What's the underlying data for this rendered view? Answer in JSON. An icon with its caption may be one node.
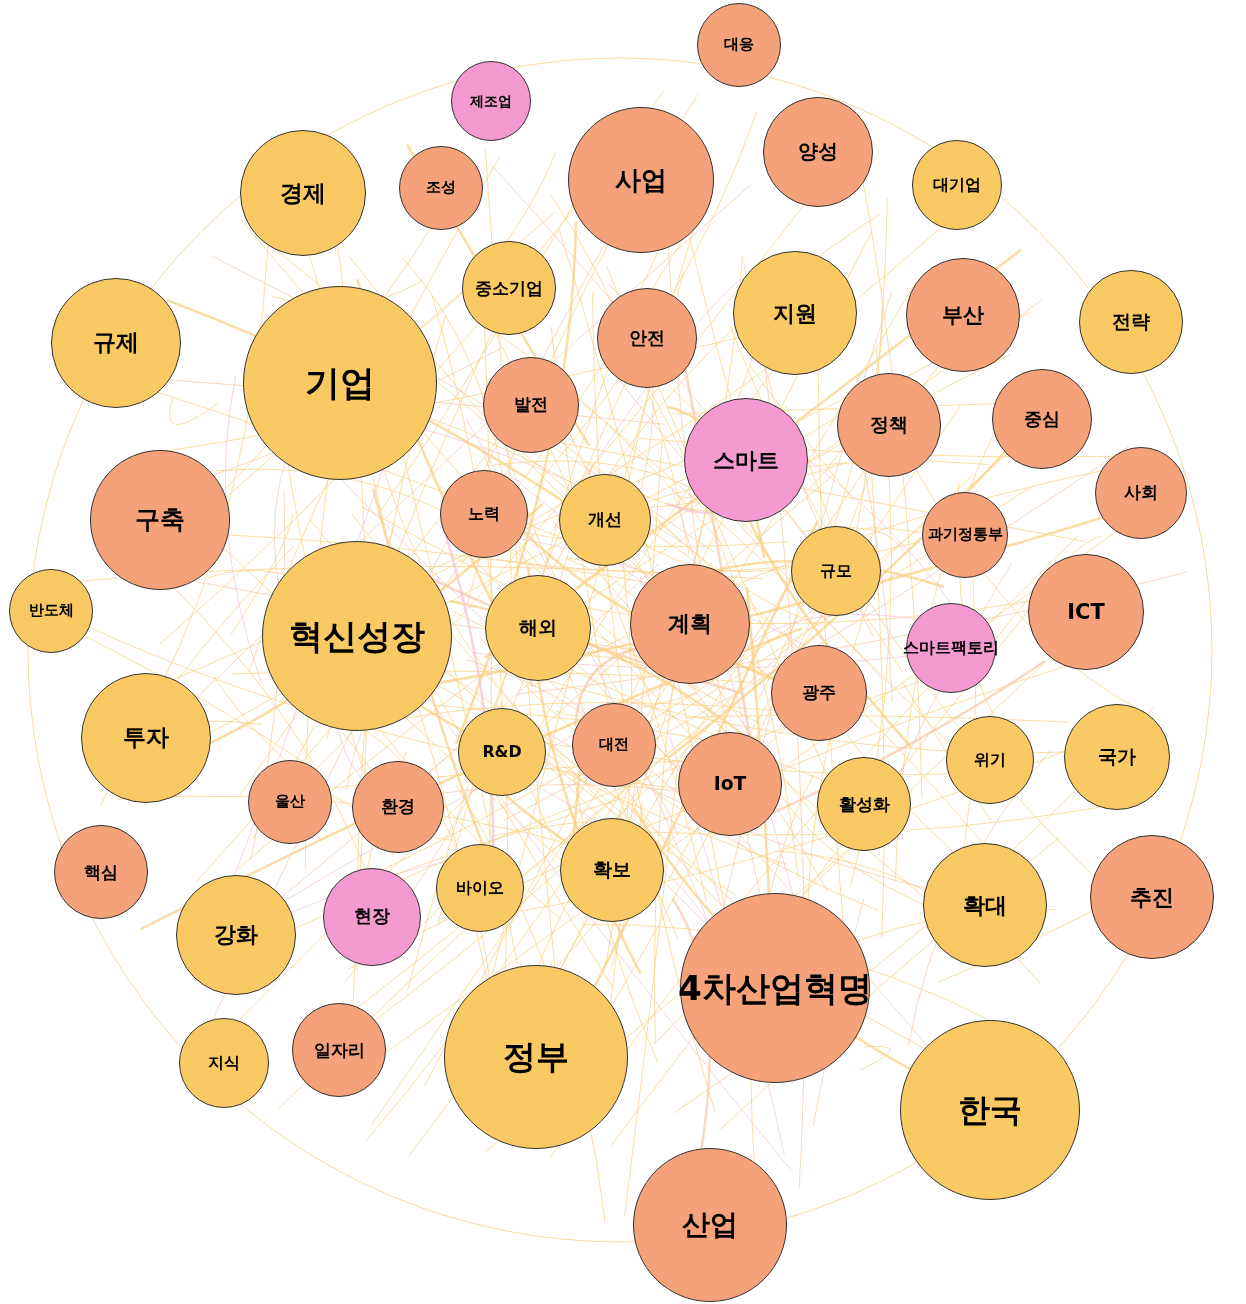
{
  "diagram": {
    "nodes": [
      {
        "text": [
          "대응"
        ]
      },
      {
        "text": [
          "제조업"
        ]
      },
      {
        "text": [
          "사업"
        ]
      },
      {
        "text": [
          "양성"
        ]
      },
      {
        "text": [
          "경제"
        ]
      },
      {
        "text": [
          "조성"
        ]
      },
      {
        "text": [
          "대기업"
        ]
      },
      {
        "text": [
          "중소기업"
        ]
      },
      {
        "text": [
          "규제"
        ]
      },
      {
        "text": [
          "기업"
        ]
      },
      {
        "text": [
          "안전"
        ]
      },
      {
        "text": [
          "지원"
        ]
      },
      {
        "text": [
          "부산"
        ]
      },
      {
        "text": [
          "전략"
        ]
      },
      {
        "text": [
          "발전"
        ]
      },
      {
        "text": [
          "스마트"
        ]
      },
      {
        "text": [
          "정책"
        ]
      },
      {
        "text": [
          "중심"
        ]
      },
      {
        "text": [
          "구축"
        ]
      },
      {
        "text": [
          "노력"
        ]
      },
      {
        "text": [
          "개선"
        ]
      },
      {
        "text": [
          "사회"
        ]
      },
      {
        "text": [
          "과기정통부"
        ]
      },
      {
        "text": [
          "규모"
        ]
      },
      {
        "text": [
          "반도체"
        ]
      },
      {
        "text": [
          "혁신성장"
        ]
      },
      {
        "text": [
          "해외"
        ]
      },
      {
        "text": [
          "계획"
        ]
      },
      {
        "text": [
          "ICT"
        ]
      },
      {
        "text": [
          "스마트팩토리"
        ]
      },
      {
        "text": [
          "광주"
        ]
      },
      {
        "text": [
          "투자"
        ]
      },
      {
        "text": [
          "R&D"
        ]
      },
      {
        "text": [
          "대전"
        ]
      },
      {
        "text": [
          "IoT"
        ]
      },
      {
        "text": [
          "위기"
        ]
      },
      {
        "text": [
          "국가"
        ]
      },
      {
        "text": [
          "울산"
        ]
      },
      {
        "text": [
          "환경"
        ]
      },
      {
        "text": [
          "활성화"
        ]
      },
      {
        "text": [
          "핵심"
        ]
      },
      {
        "text": [
          "바이오"
        ]
      },
      {
        "text": [
          "확보"
        ]
      },
      {
        "text": [
          "확대"
        ]
      },
      {
        "text": [
          "추진"
        ]
      },
      {
        "text": [
          "강화"
        ]
      },
      {
        "text": [
          "현장"
        ]
      },
      {
        "text": [
          "4차산업혁명"
        ]
      },
      {
        "text": [
          "정부"
        ]
      },
      {
        "text": [
          "지식"
        ]
      },
      {
        "text": [
          "일자리"
        ]
      },
      {
        "text": [
          "한국"
        ]
      },
      {
        "text": [
          "산업"
        ]
      }
    ]
  }
}
